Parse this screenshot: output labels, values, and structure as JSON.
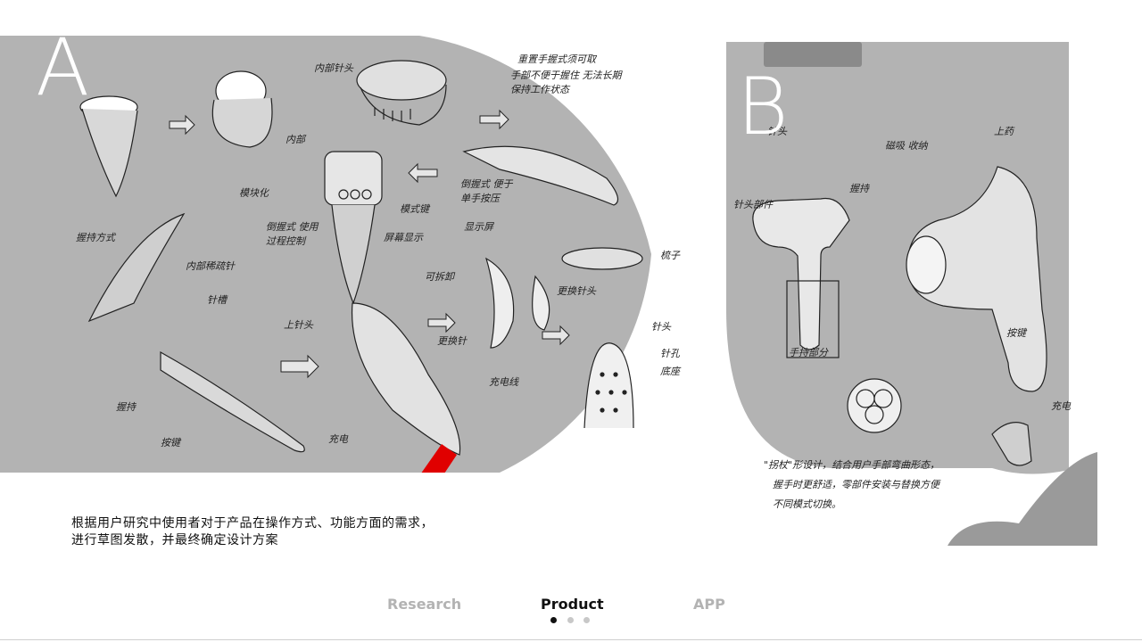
{
  "panels": {
    "a": {
      "label": "A"
    },
    "b": {
      "label": "B"
    }
  },
  "caption": {
    "line1": "根据用户研究中使用者对于产品在操作方式、功能方面的需求，",
    "line2": "进行草图发散，并最终确定设计方案"
  },
  "nav": {
    "tabs": [
      {
        "label": "Research",
        "active": false
      },
      {
        "label": "Product",
        "active": true
      },
      {
        "label": "APP",
        "active": false
      }
    ],
    "active_index": 1
  },
  "colors": {
    "panel_grey": "#b3b3b3",
    "check_red": "#e00000",
    "active_dot": "#111111",
    "inactive_dot": "#c8c8c8"
  },
  "sketch_notes": {
    "a": {
      "n1": "内部针头",
      "n2": "重置手握式须可取",
      "n3": "手部不便于握住 无法长期",
      "n4": "保持工作状态",
      "n5": "内部",
      "n6": "模块化",
      "n7": "模式键",
      "n8": "倒握式 便于",
      "n9": "单手按压",
      "n10": "倒握式 使用",
      "n11": "过程控制",
      "n12": "屏幕显示",
      "n13": "握持方式",
      "n14": "内部稀疏针",
      "n15": "上针头",
      "n16": "充电线",
      "n17": "可拆卸",
      "n18": "更换针",
      "n19": "更换针头",
      "n20": "梳子",
      "n21": "针头",
      "n22": "显示屏",
      "n23": "握持",
      "n24": "针槽",
      "n25": "充电",
      "n26": "针孔",
      "n27": "按键",
      "n28": "底座"
    },
    "b": {
      "n1": "针头",
      "n2": "上药",
      "n3": "磁吸 收纳",
      "n4": "针头部件",
      "n5": "握持",
      "n6": "手持部分",
      "n7": "按键",
      "n8": "充电",
      "n9": "\"拐杖\"形设计，结合用户手部弯曲形态，",
      "n10": "握手时更舒适，零部件安装与替换方便",
      "n11": "不同模式切换。"
    }
  }
}
